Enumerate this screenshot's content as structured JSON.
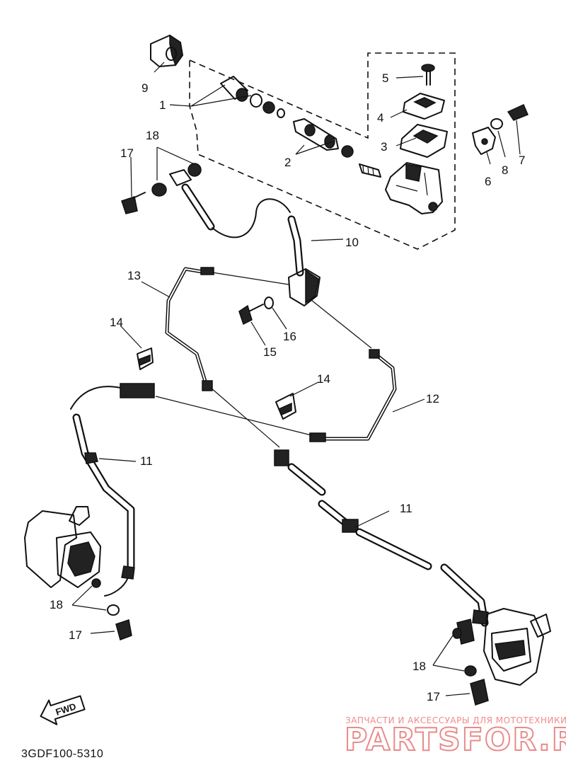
{
  "diagram_code": "3GDF100-5310",
  "fwd_label": "FWD",
  "watermark": {
    "tagline": "ЗАПЧАСТИ И АКСЕССУАРЫ ДЛЯ МОТОТЕХНИКИ",
    "logo": "PARTSFOR.RU"
  },
  "callouts": {
    "c1": "1",
    "c2": "2",
    "c3": "3",
    "c4": "4",
    "c5": "5",
    "c6": "6",
    "c7": "7",
    "c8": "8",
    "c9": "9",
    "c10": "10",
    "c11a": "11",
    "c11b": "11",
    "c12": "12",
    "c13": "13",
    "c14a": "14",
    "c14b": "14",
    "c15": "15",
    "c16": "16",
    "c17a": "17",
    "c17b": "17",
    "c17c": "17",
    "c18a": "18",
    "c18b": "18",
    "c18c": "18"
  },
  "colors": {
    "line": "#111111",
    "watermark": "#e98b8b",
    "background": "#ffffff"
  }
}
